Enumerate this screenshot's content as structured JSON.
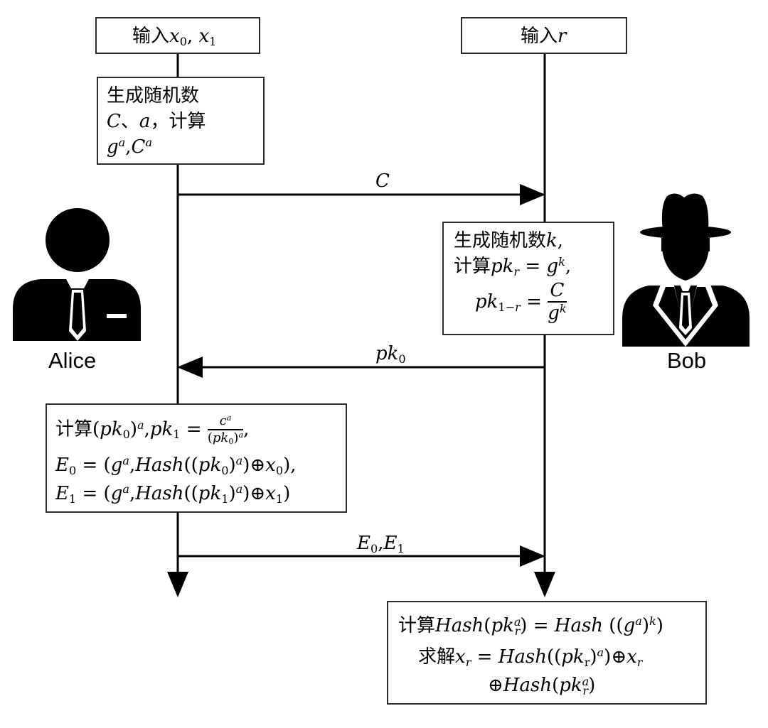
{
  "alice": {
    "name": "Alice",
    "input": {
      "prefix": "输入",
      "vars": "x",
      "sub0": "0",
      "sep": ", ",
      "sub1": "1"
    },
    "step1": {
      "line1": "生成随机数",
      "line2_vars": "C",
      "line2_sep": "、",
      "line2_a": "a",
      "line2_tail": "，计算",
      "line3_g": "g",
      "line3_exp": "a",
      "line3_sep": ",",
      "line3_C": "C",
      "line3_exp2": "a"
    },
    "step2": {
      "line1_prefix": "计算",
      "E0_name": "E",
      "E0_sub": "0",
      "E1_name": "E",
      "E1_sub": "1",
      "hash": "Hash",
      "xor": "⊕"
    }
  },
  "bob": {
    "name": "Bob",
    "input": {
      "prefix": "输入",
      "var": "r"
    },
    "step1": {
      "line1": "生成随机数",
      "line1_var": "k",
      "line1_tail": ",",
      "line2_prefix": "计算",
      "frac_num": "C",
      "frac_den": "g",
      "frac_den_exp": "k"
    },
    "step2": {
      "line1_prefix": "计算",
      "line2_prefix": "求解",
      "hash": "Hash",
      "xor": "⊕"
    }
  },
  "messages": {
    "m1": "C",
    "m2_name": "pk",
    "m2_sub": "0",
    "m3_a": "E",
    "m3_a_sub": "0",
    "m3_sep": ",",
    "m3_b": "E",
    "m3_b_sub": "1"
  }
}
